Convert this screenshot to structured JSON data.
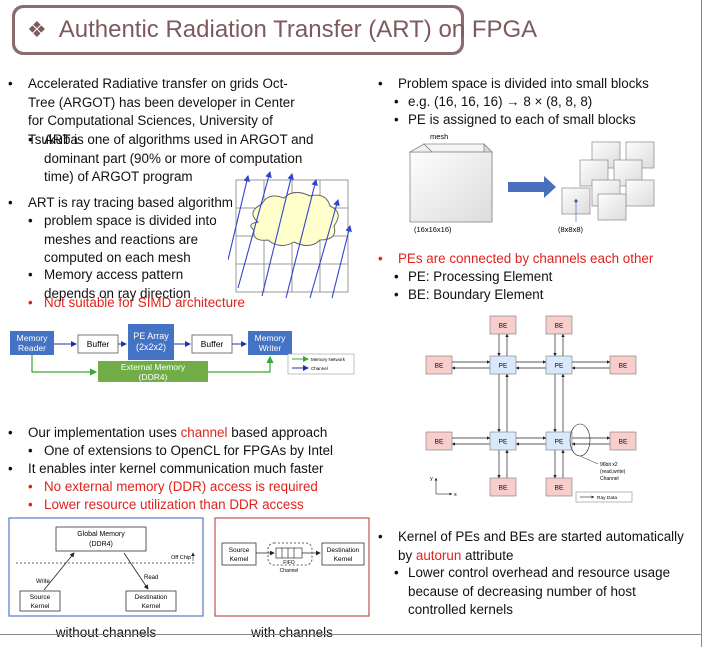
{
  "title": "Authentic Radiation Transfer (ART) on FPGA",
  "left": {
    "b1": "Accelerated Radiative transfer on grids Oct-Tree (ARGOT)  has been developer in Center for Computational Sciences, University of Tsukuba",
    "b1a": "ART is one of algorithms used in ARGOT and dominant part (90% or more of computation time) of ARGOT program",
    "b2": "ART is ray tracing based algorithm",
    "b2a": "problem space is divided into meshes and reactions are computed on each mesh",
    "b2b": "Memory access pattern depends on ray direction",
    "b2c": "Not suitable for SIMD architecture",
    "b3_pre": "Our implementation uses ",
    "b3_red": "channel",
    "b3_post": " based approach",
    "b3a": "One of extensions to OpenCL for FPGAs by Intel",
    "b4": "It enables inter kernel communication much faster",
    "b4a": "No external memory (DDR) access is required",
    "b4b": "Lower resource utilization than DDR access"
  },
  "pipeline": {
    "memory_reader": [
      "Memory",
      "Reader"
    ],
    "buffer": "Buffer",
    "pe_array": [
      "PE Array",
      "(2x2x2)"
    ],
    "memory_writer": [
      "Memory",
      "Writer"
    ],
    "external_memory": [
      "External Memory",
      "(DDR4)"
    ],
    "legend_memory": "Memory Network",
    "legend_channel": "Channel"
  },
  "without": {
    "global": [
      "Global Memory",
      "(DDR4)"
    ],
    "offchip": "Off Chip",
    "write": "Write",
    "read": "Read",
    "source": [
      "Source",
      "Kernel"
    ],
    "dest": [
      "Destination",
      "Kernel"
    ],
    "caption": "without channels"
  },
  "with": {
    "source": [
      "Source",
      "Kernel"
    ],
    "fifo": "FIFO",
    "channel": "Channel",
    "dest": [
      "Destination",
      "Kernel"
    ],
    "caption": "with channels"
  },
  "right": {
    "r1": "Problem space is divided into small blocks",
    "r1a": "e.g. (16, 16, 16) → 8 × (8, 8, 8)",
    "r1b": "PE is assigned to each of small blocks",
    "mesh": "mesh",
    "mesh_size": "(16x16x16)",
    "block_size": "(8x8x8)",
    "r2": "PEs are connected by channels each other",
    "r2a": "PE: Processing Element",
    "r2b": "BE: Boundary Element",
    "r3_pre": "Kernel of PEs and BEs are started automatically by ",
    "r3_red": "autorun",
    "r3_post": " attribute",
    "r3a": "Lower control overhead and resource usage because of decreasing number of host controlled kernels"
  },
  "network": {
    "pe": "PE",
    "be": "BE",
    "note": [
      "96bit x2",
      "(read,write)",
      "Channel"
    ],
    "legend": "Ray Data",
    "axis_y": "y",
    "axis_x": "x"
  },
  "colors": {
    "title_border": "#8a6b6e",
    "title_text": "#7e5a5e",
    "red": "#e0221c",
    "blue_box": "#4472c4",
    "green_box": "#70ad47",
    "pe_fill": "#dae8fc",
    "be_fill": "#f8cecc"
  }
}
